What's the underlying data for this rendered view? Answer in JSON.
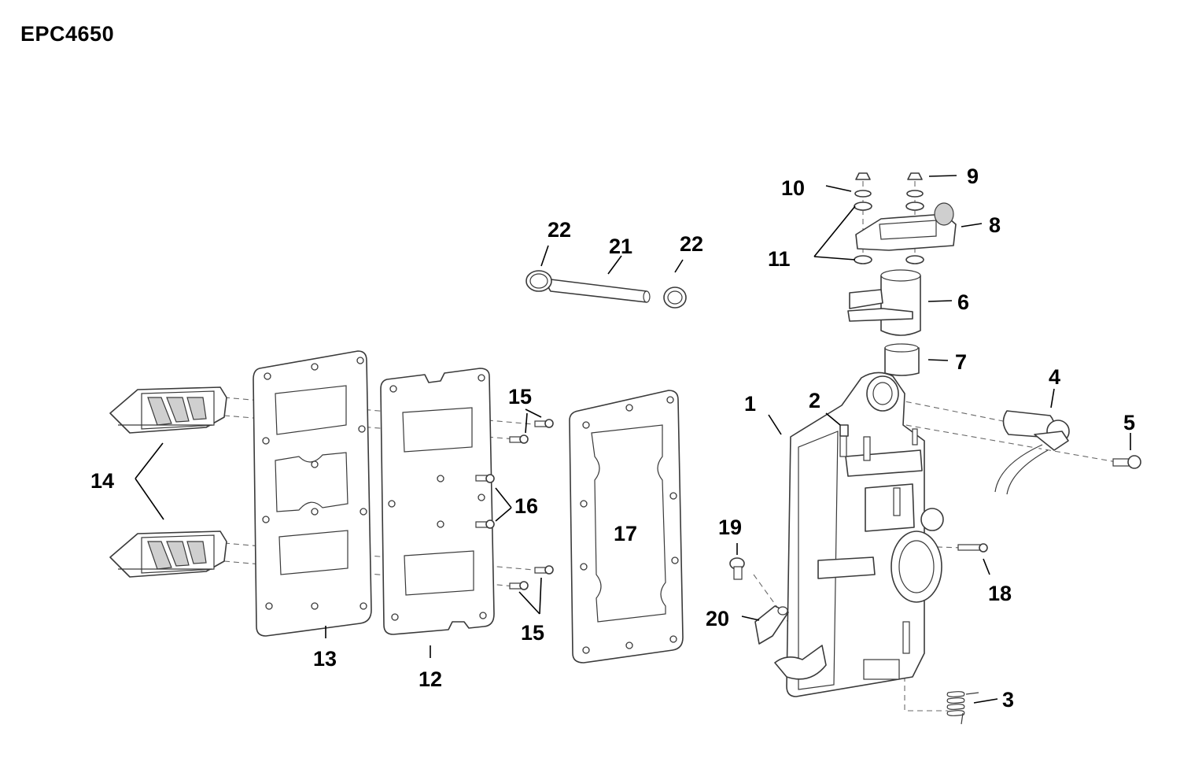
{
  "diagram": {
    "title": "EPC4650",
    "callouts": [
      {
        "id": "c1",
        "label": "1"
      },
      {
        "id": "c2",
        "label": "2"
      },
      {
        "id": "c3",
        "label": "3"
      },
      {
        "id": "c4",
        "label": "4"
      },
      {
        "id": "c5",
        "label": "5"
      },
      {
        "id": "c6",
        "label": "6"
      },
      {
        "id": "c7",
        "label": "7"
      },
      {
        "id": "c8",
        "label": "8"
      },
      {
        "id": "c9",
        "label": "9"
      },
      {
        "id": "c10",
        "label": "10"
      },
      {
        "id": "c11",
        "label": "11"
      },
      {
        "id": "c12",
        "label": "12"
      },
      {
        "id": "c13",
        "label": "13"
      },
      {
        "id": "c14",
        "label": "14"
      },
      {
        "id": "c15a",
        "label": "15"
      },
      {
        "id": "c15b",
        "label": "15"
      },
      {
        "id": "c16",
        "label": "16"
      },
      {
        "id": "c17",
        "label": "17"
      },
      {
        "id": "c18",
        "label": "18"
      },
      {
        "id": "c19",
        "label": "19"
      },
      {
        "id": "c20",
        "label": "20"
      },
      {
        "id": "c21",
        "label": "21"
      },
      {
        "id": "c22a",
        "label": "22"
      },
      {
        "id": "c22b",
        "label": "22"
      }
    ]
  }
}
